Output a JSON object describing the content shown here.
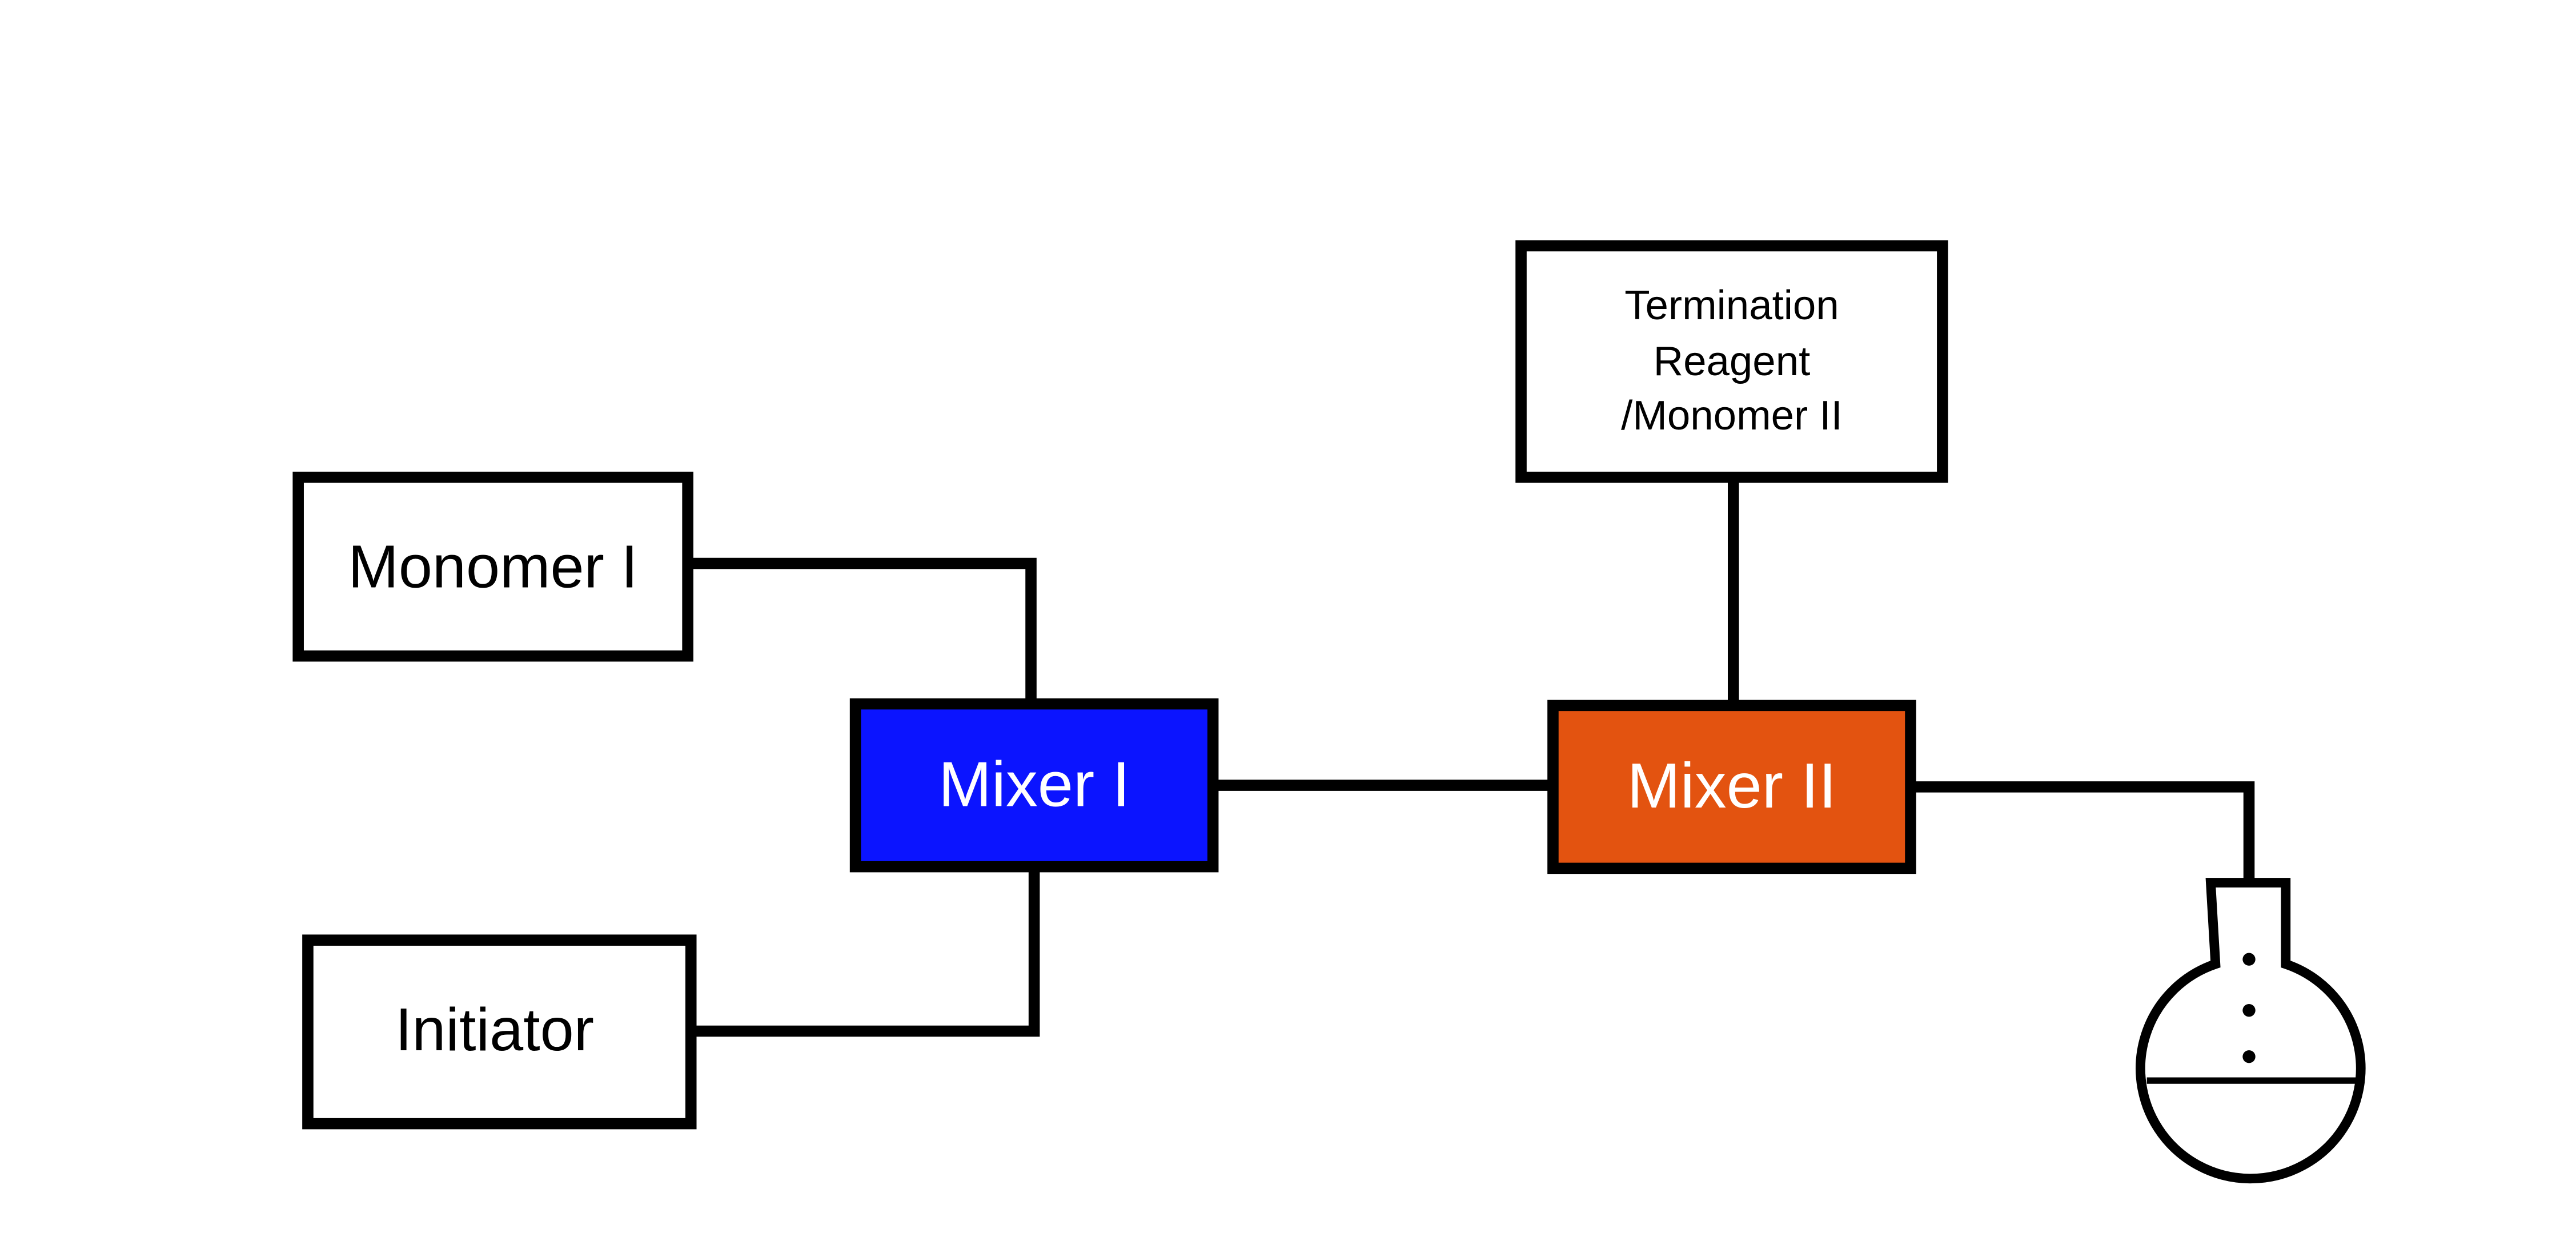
{
  "diagram": {
    "nodes": {
      "monomer_1": {
        "label": "Monomer I"
      },
      "initiator": {
        "label": "Initiator"
      },
      "mixer_1": {
        "label": "Mixer I",
        "fill": "#0b14ff",
        "text_color": "#ffffff"
      },
      "termination": {
        "label_lines": [
          "Termination",
          "Reagent",
          "/Monomer II"
        ]
      },
      "mixer_2": {
        "label": "Mixer II",
        "fill": "#e35310",
        "text_color": "#ffffff"
      },
      "flask": {
        "icon": "round-bottom-flask-icon"
      }
    },
    "connections": [
      {
        "from": "monomer_1",
        "to": "mixer_1"
      },
      {
        "from": "initiator",
        "to": "mixer_1"
      },
      {
        "from": "mixer_1",
        "to": "mixer_2"
      },
      {
        "from": "termination",
        "to": "mixer_2"
      },
      {
        "from": "mixer_2",
        "to": "flask"
      }
    ]
  }
}
